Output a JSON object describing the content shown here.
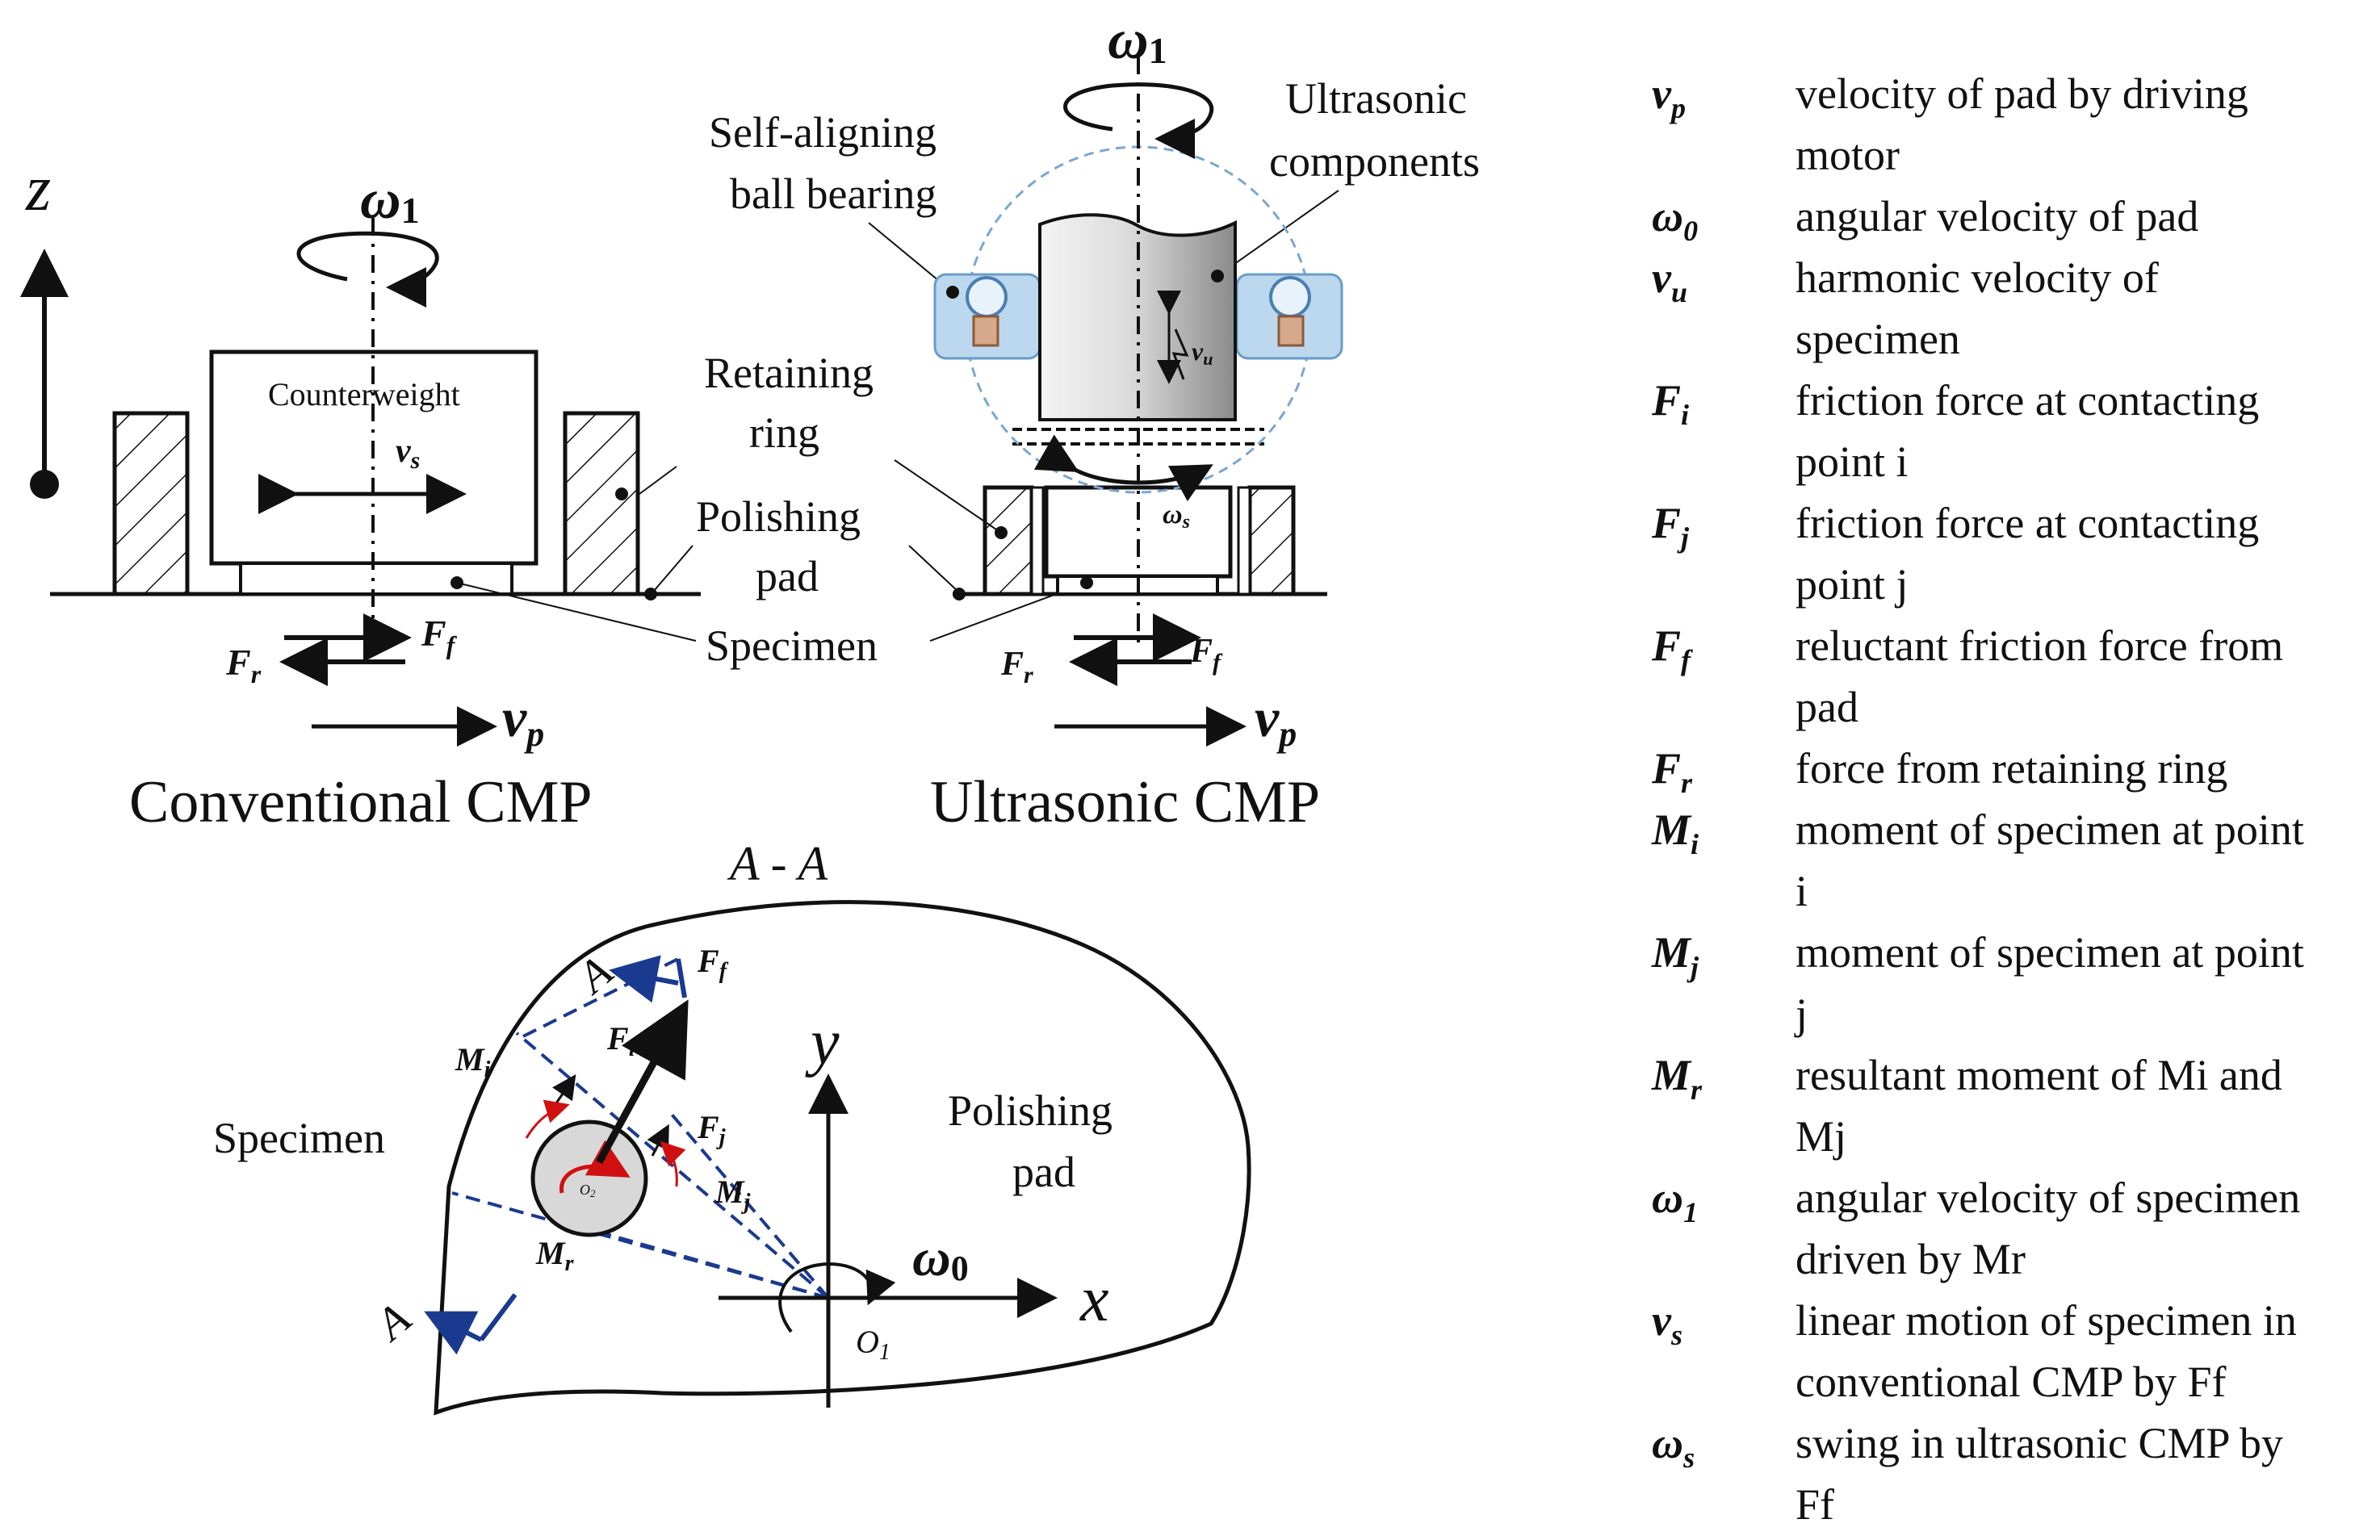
{
  "diagram": {
    "conventional": {
      "caption": "Conventional CMP",
      "counterweight": "Counterweight",
      "z_axis": "z",
      "omega1": "ω",
      "omega1_sub": "1",
      "vs": "v",
      "vs_sub": "s",
      "ff": "F",
      "ff_sub": "f",
      "fr": "F",
      "fr_sub": "r",
      "vp": "v",
      "vp_sub": "p"
    },
    "ultrasonic": {
      "caption": "Ultrasonic CMP",
      "omega1": "ω",
      "omega1_sub": "1",
      "vu": "v",
      "vu_sub": "u",
      "omegas": "ω",
      "omegas_sub": "s",
      "ff": "F",
      "ff_sub": "f",
      "fr": "F",
      "fr_sub": "r",
      "vp": "v",
      "vp_sub": "p"
    },
    "center_labels": {
      "self_aligning_1": "Self-aligning",
      "self_aligning_2": "ball bearing",
      "ultrasonic_1": "Ultrasonic",
      "ultrasonic_2": "components",
      "retaining_1": "Retaining",
      "retaining_2": "ring",
      "polishing_1": "Polishing",
      "polishing_2": "pad",
      "specimen": "Specimen"
    },
    "section": {
      "title": "A - A",
      "specimen": "Specimen",
      "polishing_1": "Polishing",
      "polishing_2": "pad",
      "section_mark": "A",
      "ff": "F",
      "ff_sub": "f",
      "fi": "F",
      "fi_sub": "i",
      "fj": "F",
      "fj_sub": "j",
      "mi": "M",
      "mi_sub": "i",
      "mj": "M",
      "mj_sub": "j",
      "mr": "M",
      "mr_sub": "r",
      "o2": "O",
      "o2_sub": "2",
      "o1": "O",
      "o1_sub": "1",
      "x_axis": "x",
      "y_axis": "y",
      "omega0": "ω",
      "omega0_sub": "0"
    }
  },
  "legend": [
    {
      "sym": "v",
      "sub": "p",
      "lines": [
        "velocity of  pad by driving",
        "motor"
      ]
    },
    {
      "sym": "ω",
      "sub": "0",
      "lines": [
        "angular velocity of  pad"
      ]
    },
    {
      "sym": "v",
      "sub": "u",
      "lines": [
        "harmonic velocity of",
        "specimen"
      ]
    },
    {
      "sym": "F",
      "sub": "i",
      "lines": [
        "friction force at contacting",
        "point i"
      ]
    },
    {
      "sym": "F",
      "sub": "j",
      "lines": [
        "friction force at contacting",
        "point j"
      ]
    },
    {
      "sym": "F",
      "sub": "f",
      "lines": [
        "reluctant friction force from",
        "pad"
      ]
    },
    {
      "sym": "F",
      "sub": "r",
      "lines": [
        "force from retaining ring"
      ]
    },
    {
      "sym": "M",
      "sub": "i",
      "lines": [
        "moment of specimen at point",
        "i"
      ]
    },
    {
      "sym": "M",
      "sub": "j",
      "lines": [
        "moment of specimen at point",
        "j"
      ]
    },
    {
      "sym": "M",
      "sub": "r",
      "lines": [
        "resultant moment of  Mi and",
        "Mj"
      ]
    },
    {
      "sym": "ω",
      "sub": "1",
      "lines": [
        "angular velocity of specimen",
        "driven by Mr"
      ]
    },
    {
      "sym": "v",
      "sub": "s",
      "lines": [
        "linear motion of specimen in",
        "conventional CMP by Ff"
      ]
    },
    {
      "sym": "ω",
      "sub": "s",
      "lines": [
        "swing  in ultrasonic CMP by",
        "Ff"
      ]
    }
  ]
}
